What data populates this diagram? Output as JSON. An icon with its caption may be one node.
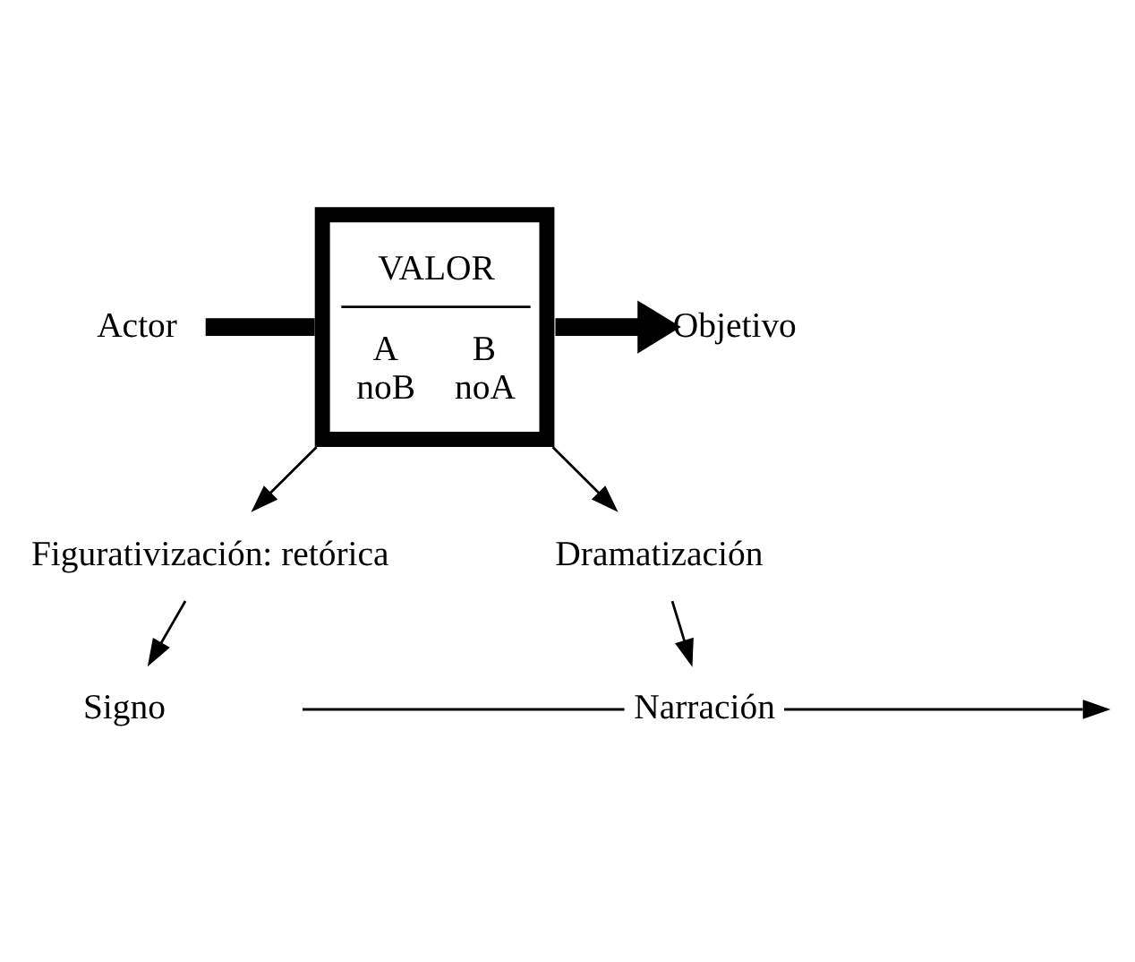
{
  "diagram": {
    "nodes": [
      {
        "text": [
          "Signo"
        ]
      },
      {
        "text": [
          "Figurativización: retórica"
        ]
      },
      {
        "text": [
          "Actor"
        ]
      },
      {
        "text": [
          "VALOR",
          "A noB",
          "B noA"
        ]
      },
      {
        "text": [
          "Objetivo"
        ]
      },
      {
        "text": [
          "Dramatización"
        ]
      },
      {
        "text": [
          "Narración"
        ]
      }
    ],
    "edges": [
      {
        "from": 1,
        "to": 0,
        "arrow": "to"
      },
      {
        "from": 3,
        "to": 1,
        "arrow": "to"
      },
      {
        "from": 2,
        "to": 3,
        "arrow": "none",
        "style": "thick"
      },
      {
        "from": 3,
        "to": 4,
        "arrow": "to",
        "style": "thick"
      },
      {
        "from": 3,
        "to": 5,
        "arrow": "to"
      },
      {
        "from": 5,
        "to": 6,
        "arrow": "to"
      },
      {
        "from": null,
        "to": 6,
        "arrow": "none"
      },
      {
        "from": 6,
        "to": null,
        "arrow": "to"
      }
    ]
  }
}
